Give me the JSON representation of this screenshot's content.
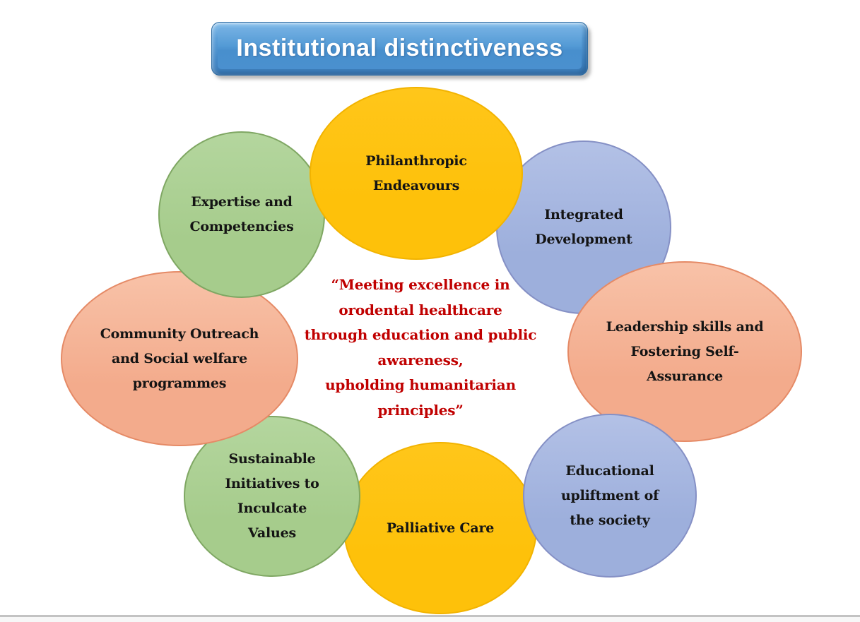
{
  "title": {
    "label": "Institutional distinctiveness",
    "text_color": "#ffffff",
    "banner_color": "#4a90cf",
    "banner_border_color": "#2e6da4"
  },
  "center_quote": {
    "text": "“Meeting excellence in\norodental healthcare\nthrough education and public\nawareness,\nupholding humanitarian\nprinciples”",
    "color": "#C00000"
  },
  "bubbles": [
    {
      "name": "philanthropic-endeavours",
      "label": "Philanthropic\nEndeavours",
      "fill_top": "#FFC61A",
      "fill": "#FEC10A",
      "border": "#F2B300"
    },
    {
      "name": "expertise-and-competencies",
      "label": "Expertise and\nCompetencies",
      "fill_top": "#B4D69E",
      "fill": "#A6CC8C",
      "border": "#7FA763"
    },
    {
      "name": "integrated-development",
      "label": "Integrated\nDevelopment",
      "fill_top": "#B3C1E6",
      "fill": "#9DAFDC",
      "border": "#8590C5"
    },
    {
      "name": "community-outreach-and-social-welfare",
      "label": "Community Outreach\nand Social welfare\nprogrammes",
      "fill_top": "#F8C2A8",
      "fill": "#F3AB8C",
      "border": "#E58A66"
    },
    {
      "name": "leadership-skills-and-fostering-self-assurance",
      "label": "Leadership skills and\nFostering Self-\nAssurance",
      "fill_top": "#F8C2A8",
      "fill": "#F3AB8C",
      "border": "#E58A66"
    },
    {
      "name": "sustainable-initiatives-to-inculcate-values",
      "label": "Sustainable\nInitiatives to\nInculcate\nValues",
      "fill_top": "#B4D69E",
      "fill": "#A6CC8C",
      "border": "#7FA763"
    },
    {
      "name": "palliative-care",
      "label": "Palliative Care",
      "fill_top": "#FFC61A",
      "fill": "#FEC10A",
      "border": "#F2B300"
    },
    {
      "name": "educational-upliftment-of-the-society",
      "label": "Educational\nupliftment of\nthe society",
      "fill_top": "#B3C1E6",
      "fill": "#9DAFDC",
      "border": "#8590C5"
    }
  ]
}
